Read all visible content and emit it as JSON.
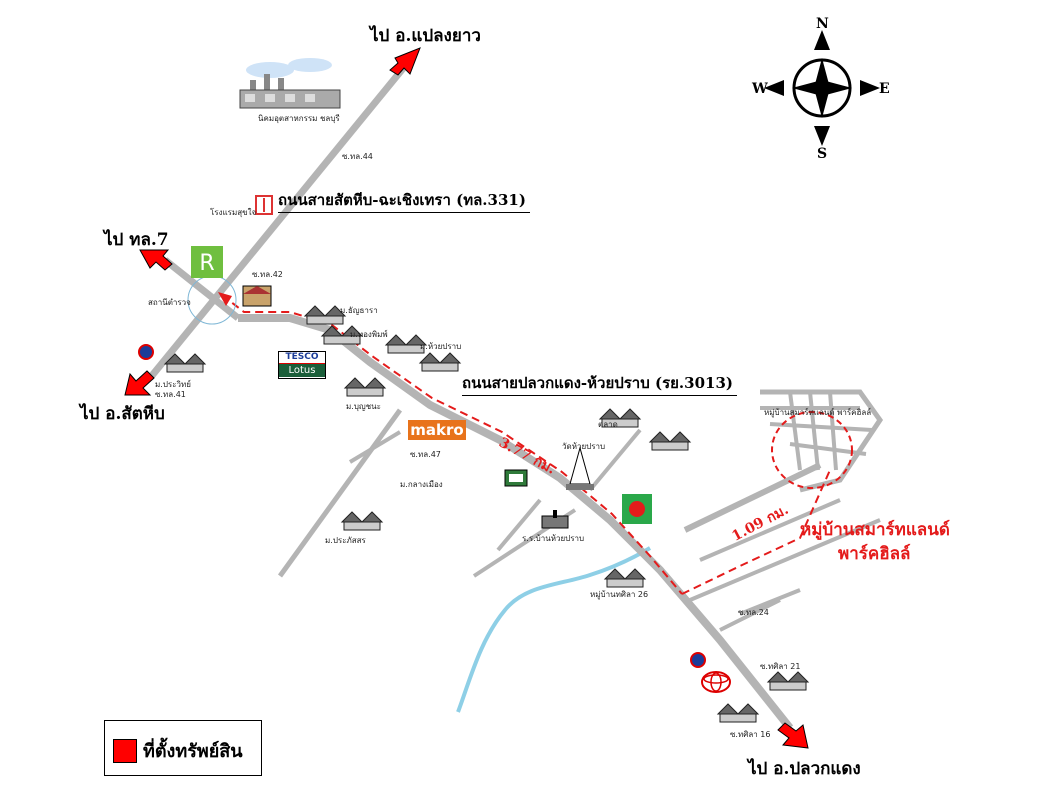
{
  "roads": {
    "hwy331": "ถนนสายสัตหีบ-ฉะเชิงเทรา (ทล.331)",
    "rd3013": "ถนนสายปลวกแดง-ห้วยปราบ (รย.3013)"
  },
  "directions": {
    "plaeng_yao": "ไป อ.แปลงยาว",
    "tl7": "ไป ทล.7",
    "sattahip": "ไป อ.สัตหีบ",
    "pluak_daeng": "ไป อ.ปลวกแดง"
  },
  "distances": {
    "main": "3.77 กม.",
    "branch": "1.09 กม."
  },
  "project": {
    "line1": "หมู่บ้านสมาร์ทแลนด์",
    "line2": "พาร์คฮิลล์"
  },
  "legend": {
    "label": "ที่ตั้งทรัพย์สิน",
    "color": "#ff0000"
  },
  "compass": {
    "n": "N",
    "s": "S",
    "e": "E",
    "w": "W"
  },
  "brands": {
    "tesco": "TESCO",
    "lotus": "Lotus",
    "makro": "makro"
  },
  "small_labels": {
    "industrial_estate": "นิคมอุตสาหกรรม ชลบุรี",
    "soi44": "ซ.ทล.44",
    "soi42": "ซ.ทล.42",
    "soi41": "ซ.ทล.41",
    "soi47": "ซ.ทล.47",
    "soi24": "ซ.ทล.24",
    "soi21": "ซ.ทศิลา 21",
    "soi16": "ซ.ทศิลา 16",
    "village26": "หมู่บ้านทศิลา 26",
    "hotel": "โรงแรมสุขใจ",
    "police": "สถานีตำรวจ",
    "village_a": "ม.ธัญธารา",
    "village_b": "ม.ทองพิมพ์",
    "village_c": "ม.ห้วยปราบ",
    "village_d": "ม.ประวิทย์",
    "village_e": "ม.บุญชนะ",
    "village_f": "ม.ประภัสสร",
    "temple": "วัดห้วยปราบ",
    "school": "ร.ร.บ้านห้วยปราบ",
    "market": "ตลาด",
    "ymca": "ม.กลางเมือง",
    "project_small": "หมู่บ้านสมาร์ทแลนด์ พาร์คฮิลล์"
  },
  "colors": {
    "road": "#b4b4b4",
    "route": "#e41b1b",
    "river": "#8ecfe6",
    "arrow": "#ff0000"
  }
}
